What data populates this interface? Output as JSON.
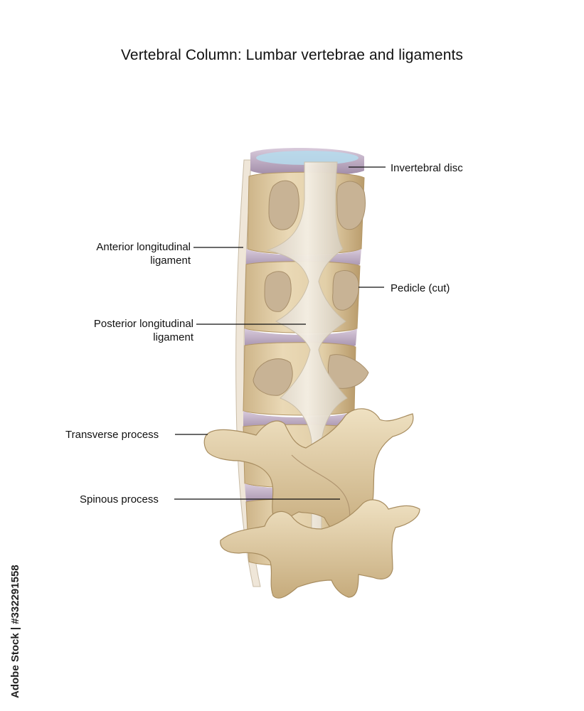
{
  "title": "Vertebral Column:  Lumbar vertebrae and ligaments",
  "labels": {
    "invertebral_disc": "Invertebral disc",
    "anterior_ligament_line1": "Anterior longitudinal",
    "anterior_ligament_line2": "ligament",
    "pedicle": "Pedicle (cut)",
    "posterior_ligament_line1": "Posterior longitudinal",
    "posterior_ligament_line2": "ligament",
    "transverse_process": "Transverse process",
    "spinous_process": "Spinous process"
  },
  "watermark": "Adobe Stock | #332291558",
  "colors": {
    "bone": "#e6d3ad",
    "bone_dark": "#b89868",
    "pedicle": "#c9b597",
    "disc": "#c8b8cc",
    "disc_top": "#a9d3e3",
    "ligament": "#ece4d6",
    "leader_line": "#111111"
  }
}
